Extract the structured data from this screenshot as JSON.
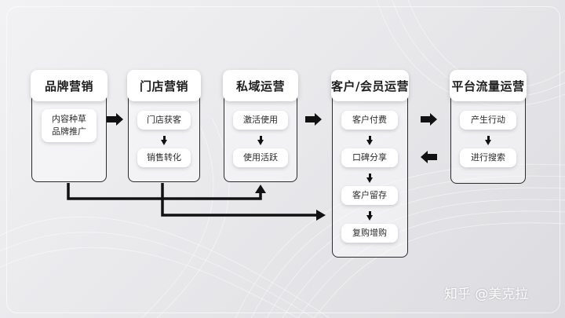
{
  "columns": [
    {
      "title": "品牌营销",
      "items": [
        "内容种草\n品牌推广"
      ]
    },
    {
      "title": "门店营销",
      "items": [
        "门店获客",
        "销售转化"
      ]
    },
    {
      "title": "私域运营",
      "items": [
        "激活使用",
        "使用活跃"
      ]
    },
    {
      "title": "客户/会员运营",
      "items": [
        "客户付费",
        "口碑分享",
        "客户留存",
        "复购增购"
      ]
    },
    {
      "title": "平台流量运营",
      "items": [
        "产生行动",
        "进行搜索"
      ]
    }
  ],
  "watermark": "知乎 @美克拉",
  "colors": {
    "stroke": "#111111",
    "title_bg": "#ffffff",
    "item_bg": "#ffffff"
  }
}
